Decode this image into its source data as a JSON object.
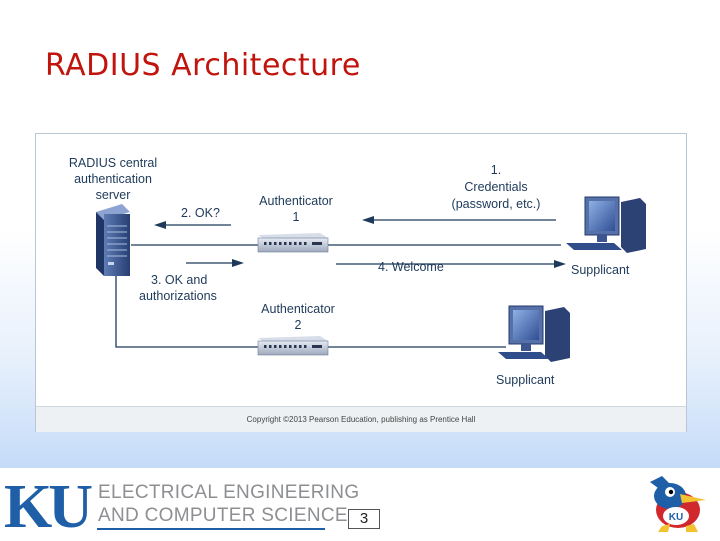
{
  "slide": {
    "title": "RADIUS Architecture",
    "page_number": "3"
  },
  "diagram": {
    "server_label": [
      "RADIUS central",
      "authentication",
      "server"
    ],
    "authenticator_1": [
      "Authenticator",
      "1"
    ],
    "authenticator_2": [
      "Authenticator",
      "2"
    ],
    "step_1": [
      "1.",
      "Credentials",
      "(password, etc.)"
    ],
    "step_2": "2. OK?",
    "step_3": [
      "3. OK and",
      "authorizations"
    ],
    "step_4": "4. Welcome",
    "supplicant_1": "Supplicant",
    "supplicant_2": "Supplicant",
    "copyright": "Copyright ©2013 Pearson Education, publishing as Prentice Hall",
    "colors": {
      "line": "#1e3a5a",
      "device_blue": "#2f4d8a",
      "monitor": "#3b5fa6"
    }
  },
  "footer": {
    "logo_text": "KU",
    "dept_line_1": "ELECTRICAL ENGINEERING",
    "dept_line_2": "AND COMPUTER SCIENCE",
    "mascot_icon": "jayhawk-icon"
  }
}
